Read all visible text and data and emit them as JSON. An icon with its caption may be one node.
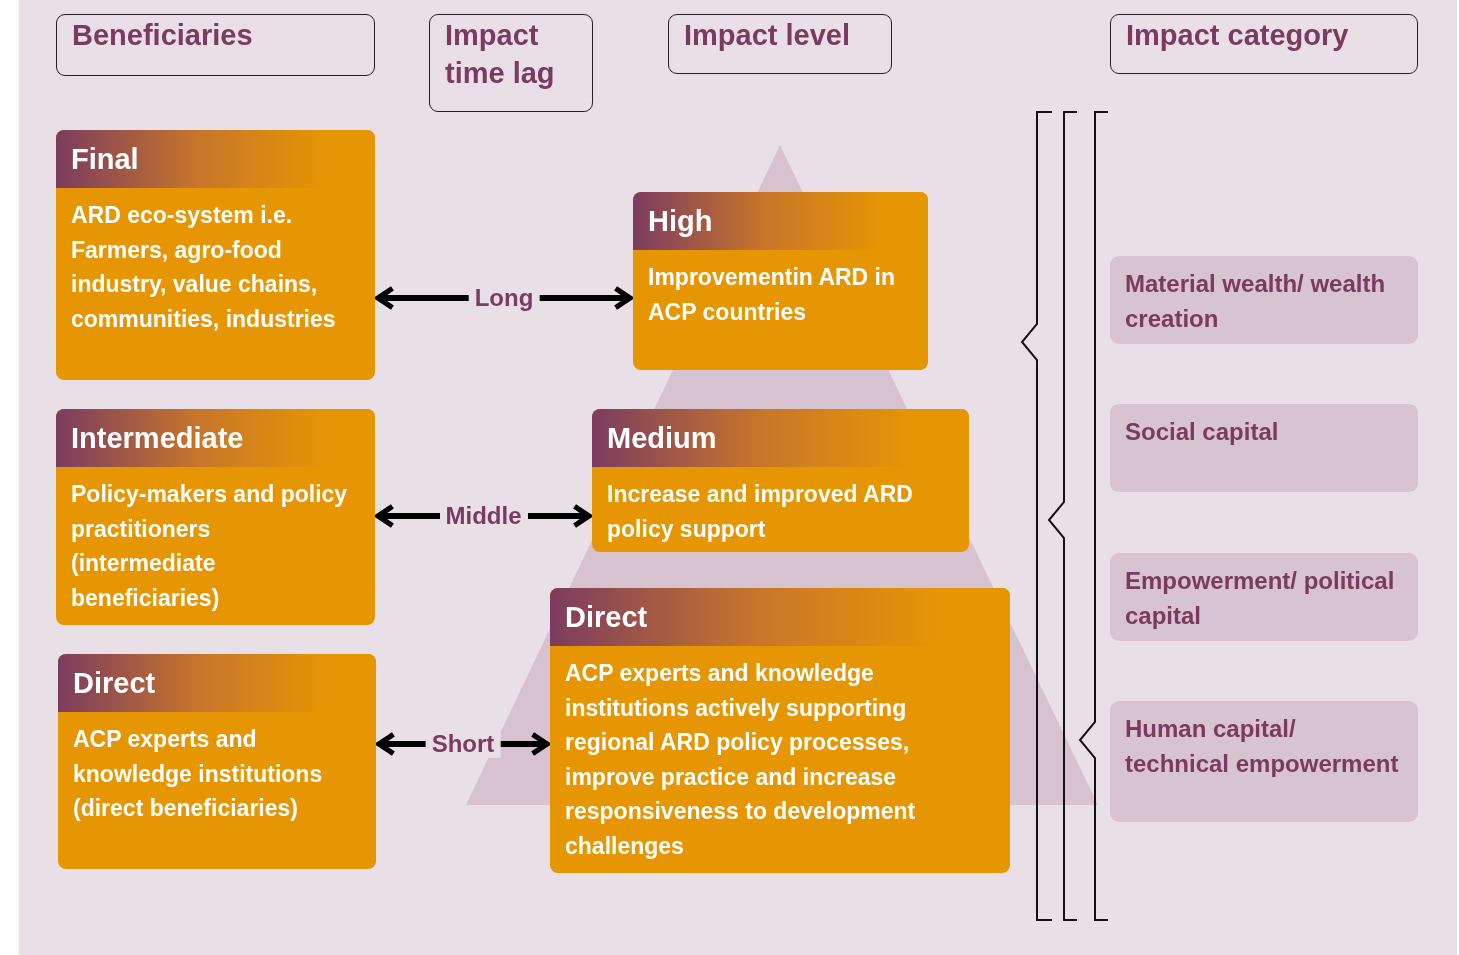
{
  "diagram": {
    "nodes": [
      {
        "text": [
          "Beneficiaries"
        ]
      },
      {
        "text": [
          "Impact time lag"
        ]
      },
      {
        "text": [
          "Impact level"
        ]
      },
      {
        "text": [
          "Impact category"
        ]
      },
      {
        "text": [
          "Final",
          "ARD eco-system i.e. Farmers, agro-food industry, value chains, communities, industries"
        ]
      },
      {
        "text": [
          "High",
          "Improvementin ARD in ACP countries"
        ]
      },
      {
        "text": [
          "Intermediate",
          "Policy-makers and policy practitioners (intermediate beneficiaries)"
        ]
      },
      {
        "text": [
          "Medium",
          "Increase and improved ARD policy support"
        ]
      },
      {
        "text": [
          "Direct",
          "ACP experts and knowledge institutions (direct beneficiaries)"
        ]
      },
      {
        "text": [
          "Direct",
          "ACP experts and knowledge institutions actively supporting regional ARD policy processes, improve practice and increase responsiveness to development challenges"
        ]
      },
      {
        "text": [
          "Material wealth/ wealth creation"
        ]
      },
      {
        "text": [
          "Social capital"
        ]
      },
      {
        "text": [
          "Empowerment/ political capital"
        ]
      },
      {
        "text": [
          "Human capital/ technical empowerment"
        ]
      }
    ],
    "edges": [
      {
        "from": 4,
        "to": 5,
        "arrow": "both",
        "label": "Long"
      },
      {
        "from": 6,
        "to": 7,
        "arrow": "both",
        "label": "Middle"
      },
      {
        "from": 8,
        "to": 9,
        "arrow": "both",
        "label": "Short"
      }
    ]
  }
}
